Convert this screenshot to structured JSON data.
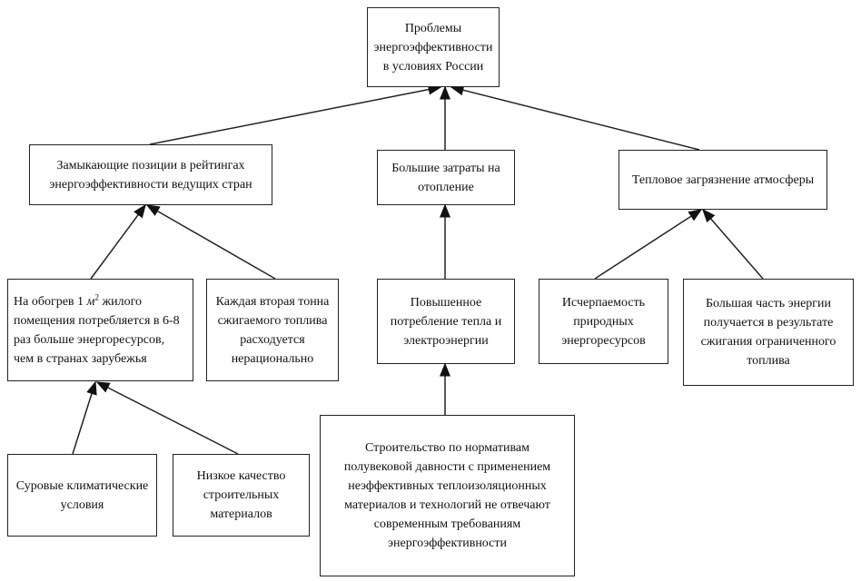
{
  "nodes": {
    "root": "Проблемы энергоэффективности в условиях России",
    "ratings": "Замыкающие позиции в рейтингах энергоэффективности ведущих стран",
    "heating_costs": "Большие затраты на отопление",
    "thermal_pollution": "Тепловое загрязнение атмосферы",
    "per_m2_pre": "На обогрев 1 ",
    "per_m2_unit": "м",
    "per_m2_sup": "2",
    "per_m2_post": " жилого помещения потребляется  в 6-8 раз больше энергоресурсов, чем в странах зарубежья",
    "fuel_waste": "Каждая вторая тонна сжигаемого топлива расходуется нерационально",
    "high_consumption": "Повышенное потребление тепла и электроэнергии",
    "depletion": "Исчерпаемость природных энергоресурсов",
    "fuel_burning": "Большая часть энергии получается в результате сжигания ограниченного топлива",
    "climate": "Суровые климатические условия",
    "materials": "Низкое качество строительных материалов",
    "standards": "Строительство по нормативам полувековой давности с применением неэффективных теплоизоляционных материалов и технологий не отвечают современным требованиям энергоэффективности"
  }
}
